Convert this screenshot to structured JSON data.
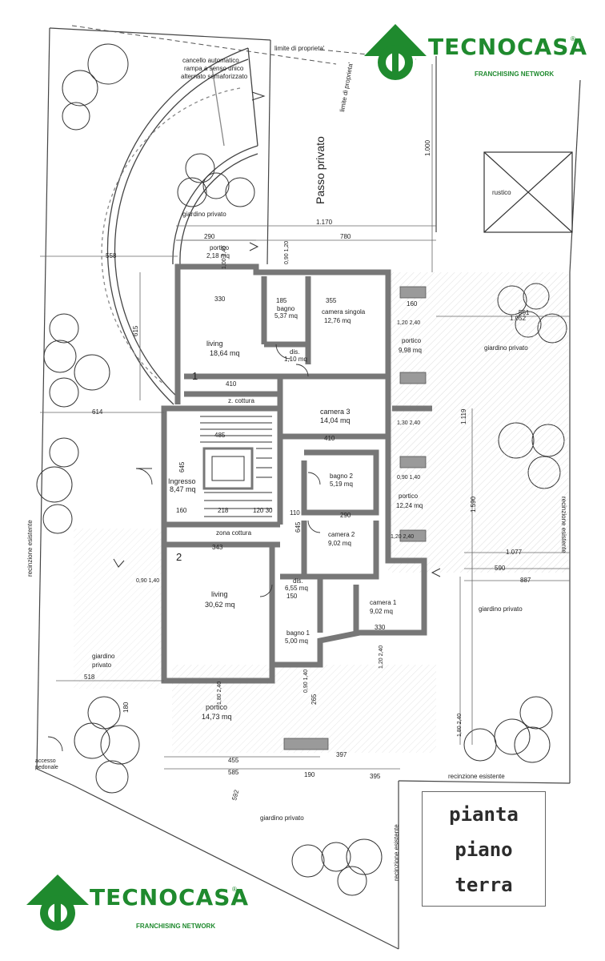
{
  "brand": {
    "name": "TECNOCASA",
    "network": "FRANCHISING NETWORK",
    "registered_mark": "®",
    "color": "#1f8a2e"
  },
  "title_block": {
    "line1": "pianta",
    "line2": "piano",
    "line3": "terra"
  },
  "site_labels": {
    "passo_privato": "Passo privato",
    "limite_proprieta_top": "limite di proprieta'",
    "limite_proprieta_side": "limite di proprieta'",
    "cancello": "cancello automatico",
    "rampa": "rampa a senso unico",
    "alternato": "alternato semaforizzato",
    "rustico": "rustico",
    "recinzione_bottom": "recinzione esistente",
    "recinzione_right": "recinzione esistente",
    "recinzione_left": "recinzione esistente",
    "recinzione_lower": "recinzione esistente",
    "accesso_1": "accesso",
    "accesso_2": "pedonale",
    "unit_1": "1",
    "unit_2": "2"
  },
  "rooms": [
    {
      "name": "living",
      "area": "18,64 mq"
    },
    {
      "name": "bagno",
      "area": "5,37 mq"
    },
    {
      "name": "camera singola",
      "area": "12,76 mq"
    },
    {
      "name": "dis.",
      "area": "1,10 mq"
    },
    {
      "name": "portico",
      "area": "2,18 mq"
    },
    {
      "name": "portico",
      "area": "9,98 mq"
    },
    {
      "name": "camera 3",
      "area": "14,04 mq"
    },
    {
      "name": "bagno 2",
      "area": "5,19 mq"
    },
    {
      "name": "camera 2",
      "area": "9,02 mq"
    },
    {
      "name": "portico",
      "area": "12,24 mq"
    },
    {
      "name": "Ingresso",
      "area": "8,47 mq"
    },
    {
      "name": "living",
      "area": "30,62 mq"
    },
    {
      "name": "dis.",
      "area": "6,55 mq"
    },
    {
      "name": "camera 1",
      "area": "9,02 mq"
    },
    {
      "name": "bagno 1",
      "area": "5,00 mq"
    },
    {
      "name": "portico",
      "area": "14,73 mq"
    }
  ],
  "zones": {
    "z_cottura": "z. cottura",
    "zona_cottura": "zona cottura"
  },
  "gardens": {
    "top_left": "giardino privato",
    "right_top": "giardino privato",
    "right_bottom": "giardino privato",
    "left": "giardino",
    "left_2": "privato",
    "bottom": "giardino privato"
  },
  "dimensions": {
    "d1170": "1.170",
    "d780": "780",
    "d290": "290",
    "d1000": "1.000",
    "d558": "558",
    "d561": "561",
    "d1052": "1.052",
    "d615": "615",
    "d614": "614",
    "d330": "330",
    "d185": "185",
    "d355": "355",
    "d410a": "410",
    "d410b": "410",
    "d485": "485",
    "d645a": "645",
    "d645b": "645",
    "d160": "160",
    "d218": "218",
    "d120_30": "120 30",
    "d110": "110",
    "d290b": "290",
    "d343": "343",
    "d150": "150",
    "d330b": "330",
    "d1077": "1.077",
    "d590": "590",
    "d887": "887",
    "d1119": "1.119",
    "d1590": "1.590",
    "d455": "455",
    "d585": "585",
    "d190": "190",
    "d395": "395",
    "d518": "518",
    "d397": "397",
    "d592": "592",
    "d265": "265",
    "d180": "180",
    "d160b": "160",
    "h120_240": "1,20 2,40",
    "h130_240": "1,30 2,40",
    "h090_140": "0,90 1,40",
    "h120_240b": "1,20 2,40",
    "h100_240": "1,00 2,40",
    "h090_140b": "0,90 1,40",
    "h090_120": "0,90 1,20",
    "h180_240": "1,80 2,40",
    "h120_240c": "1,20 2,40",
    "h090_140c": "0,90 1,40",
    "h180_240b": "1,80 2,40"
  }
}
